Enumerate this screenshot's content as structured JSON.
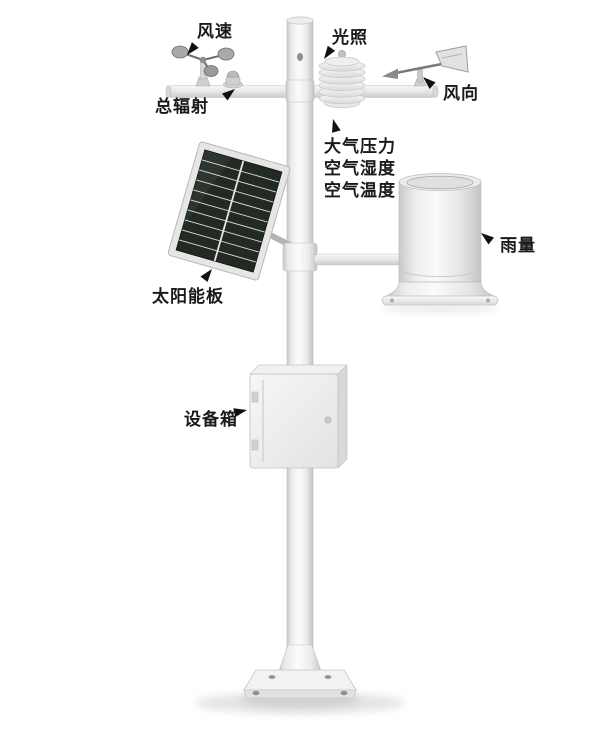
{
  "diagram": {
    "labels": {
      "wind_speed": "风速",
      "illumination": "光照",
      "total_radiation": "总辐射",
      "wind_direction": "风向",
      "atmospheric_pressure": "大气压力",
      "air_humidity": "空气湿度",
      "air_temperature": "空气温度",
      "rainfall": "雨量",
      "solar_panel": "太阳能板",
      "equipment_box": "设备箱"
    },
    "colors": {
      "label_text": "#1a1a1a",
      "arrow": "#111111",
      "structure_white": "#f2f2f2",
      "solar_cell_dark": "#232a23",
      "background": "#ffffff"
    }
  }
}
